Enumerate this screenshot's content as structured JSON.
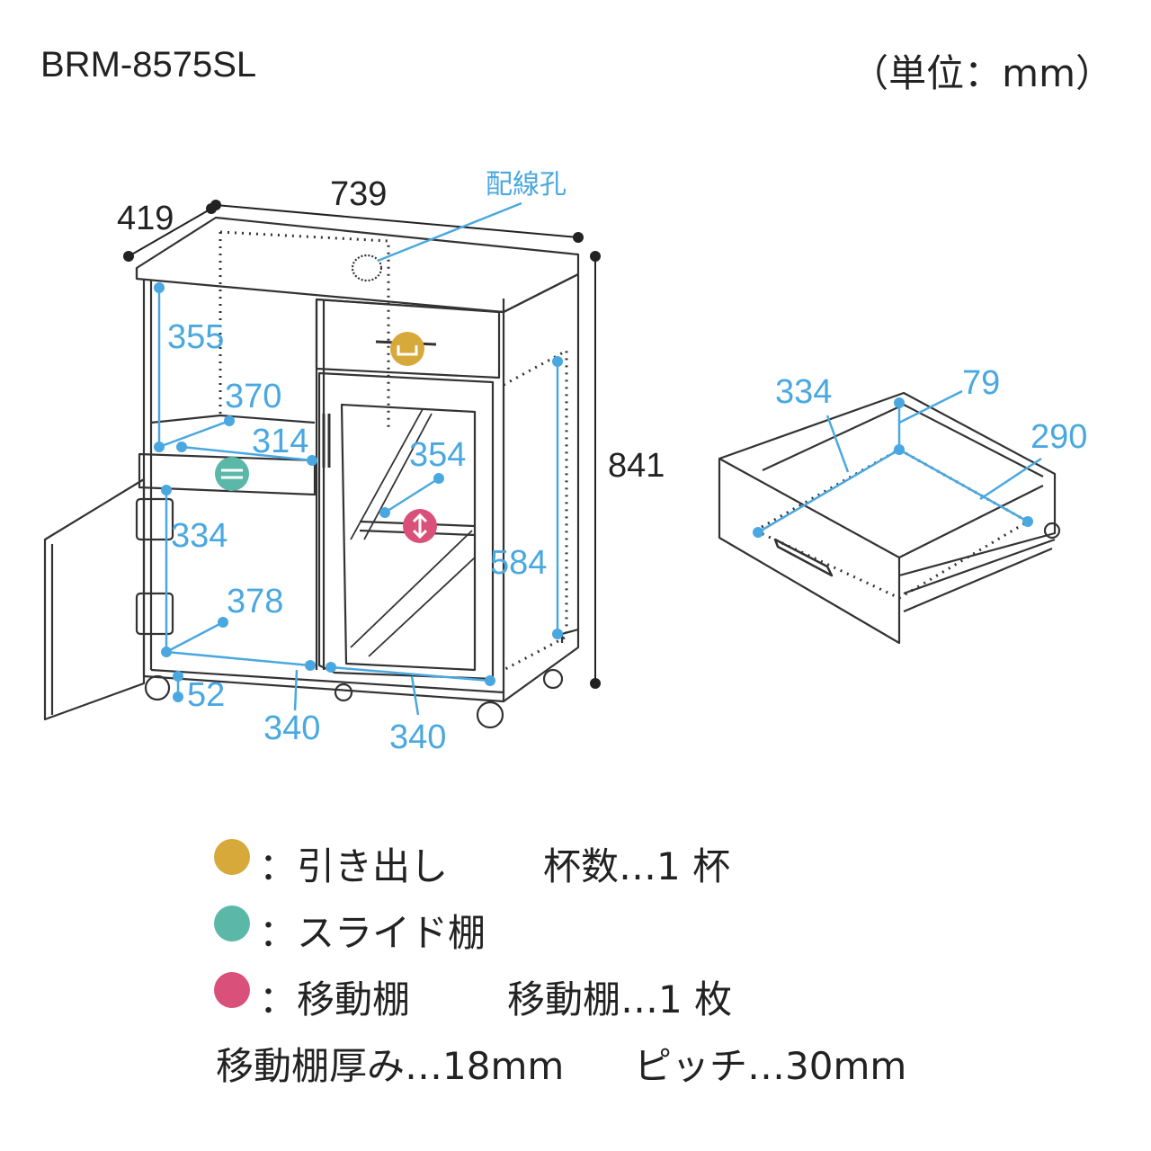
{
  "header": {
    "model": "BRM-8575SL",
    "unit": "（単位：mm）"
  },
  "labels": {
    "wiring_hole": "配線孔",
    "width": "739",
    "depth": "419",
    "height": "841",
    "upper_interior_height": "355",
    "slide_shelf_depth": "370",
    "slide_shelf_width": "314",
    "lower_interior_height": "334",
    "lower_depth": "378",
    "caster_height": "52",
    "bottom_left_width": "340",
    "bottom_right_width": "340",
    "right_shelf_depth": "354",
    "right_interior_height": "584",
    "drawer_width": "334",
    "drawer_height": "79",
    "drawer_depth": "290"
  },
  "legend": {
    "drawer": {
      "label": "：引き出し",
      "info": "杯数…1 杯"
    },
    "slide": {
      "label": "：スライド棚"
    },
    "moving": {
      "label": "：移動棚",
      "info": "移動棚…1 枚"
    },
    "footer": {
      "thickness": "移動棚厚み…18mm",
      "pitch": "ピッチ…30mm"
    }
  },
  "colors": {
    "dimension": "#4aa8e0",
    "drawer_icon": "#d6a93a",
    "slide_icon": "#5bb8a8",
    "moving_icon": "#d9507a",
    "line": "#333333"
  }
}
